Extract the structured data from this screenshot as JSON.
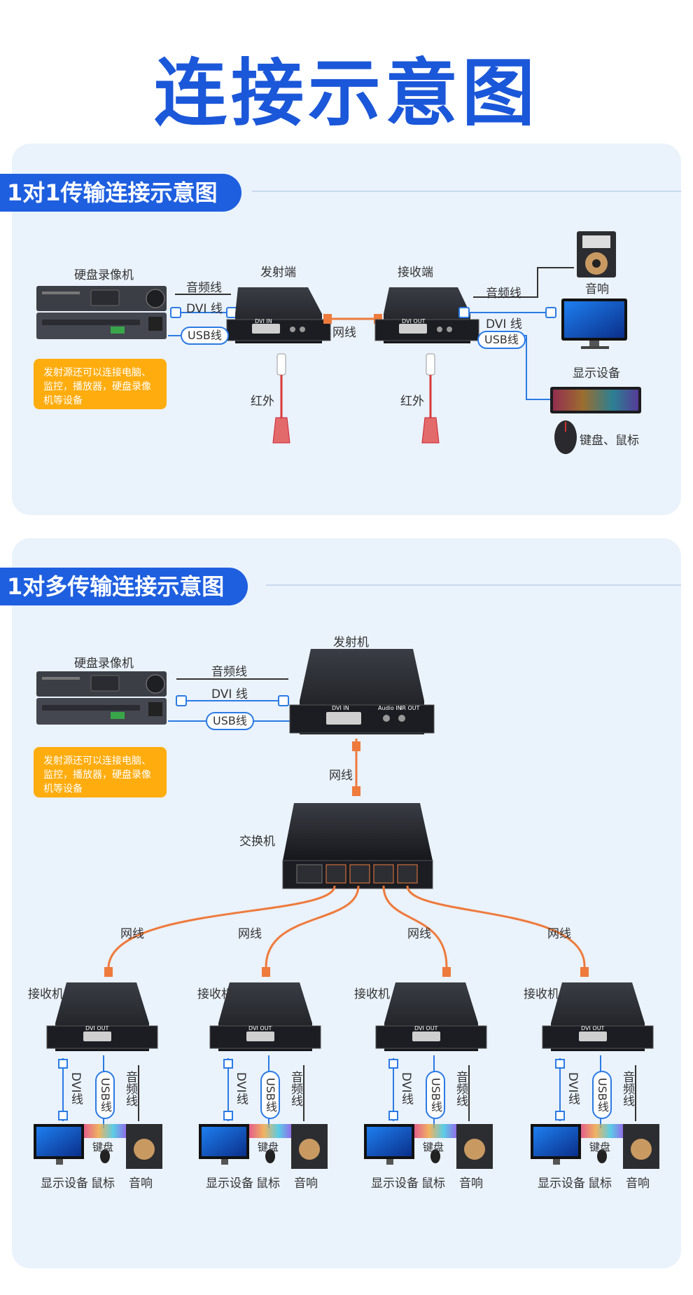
{
  "title": "连接示意图",
  "section1": {
    "heading": "1对1传输连接示意图",
    "dvr_label": "硬盘录像机",
    "tx_label": "发射端",
    "rx_label": "接收端",
    "audio_line_left": "音频线",
    "dvi_line_left": "DVI 线",
    "usb_line_left": "USB线",
    "network_line": "网线",
    "audio_line_right": "音频线",
    "dvi_line_right": "DVI 线",
    "usb_line_right": "USB线",
    "speaker_label": "音响",
    "display_label": "显示设备",
    "kbm_label": "键盘、鼠标",
    "ir_left": "红外",
    "ir_right": "红外",
    "note": "发射源还可以连接电脑、监控，播放器，硬盘录像机等设备",
    "tx_panel_text": "DVI IN",
    "rx_panel_text": "DVI OUT"
  },
  "section2": {
    "heading": "1对多传输连接示意图",
    "dvr_label": "硬盘录像机",
    "tx_label": "发射机",
    "audio_line": "音频线",
    "dvi_line": "DVI 线",
    "usb_line": "USB线",
    "network_line": "网线",
    "switch_label": "交换机",
    "note": "发射源还可以连接电脑、监控，播放器，硬盘录像机等设备",
    "tx_panel_in": "DVI IN",
    "tx_panel_audio": "Audio IN",
    "tx_panel_ir": "IR OUT",
    "receivers": [
      {
        "label": "接收机",
        "net": "网线",
        "dvi": "DVI线",
        "usb": "USB线",
        "audio": "音频线",
        "display": "显示设备",
        "keyboard": "键盘",
        "mouse": "鼠标",
        "speaker": "音响",
        "panel": "DVI OUT"
      },
      {
        "label": "接收机",
        "net": "网线",
        "dvi": "DVI线",
        "usb": "USB线",
        "audio": "音频线",
        "display": "显示设备",
        "keyboard": "键盘",
        "mouse": "鼠标",
        "speaker": "音响",
        "panel": "DVI OUT"
      },
      {
        "label": "接收机",
        "net": "网线",
        "dvi": "DVI线",
        "usb": "USB线",
        "audio": "音频线",
        "display": "显示设备",
        "keyboard": "键盘",
        "mouse": "鼠标",
        "speaker": "音响",
        "panel": "DVI OUT"
      },
      {
        "label": "接收机",
        "net": "网线",
        "dvi": "DVI线",
        "usb": "USB线",
        "audio": "音频线",
        "display": "显示设备",
        "keyboard": "键盘",
        "mouse": "鼠标",
        "speaker": "音响",
        "panel": "DVI OUT"
      }
    ]
  },
  "colors": {
    "brand_blue": "#1b57d9",
    "panel_bg": "#eaf2fb",
    "usb_blue": "#2b7be4",
    "network_orange": "#ee7a3c",
    "note_orange": "#ffac0e",
    "ir_red": "#d93a3a"
  }
}
